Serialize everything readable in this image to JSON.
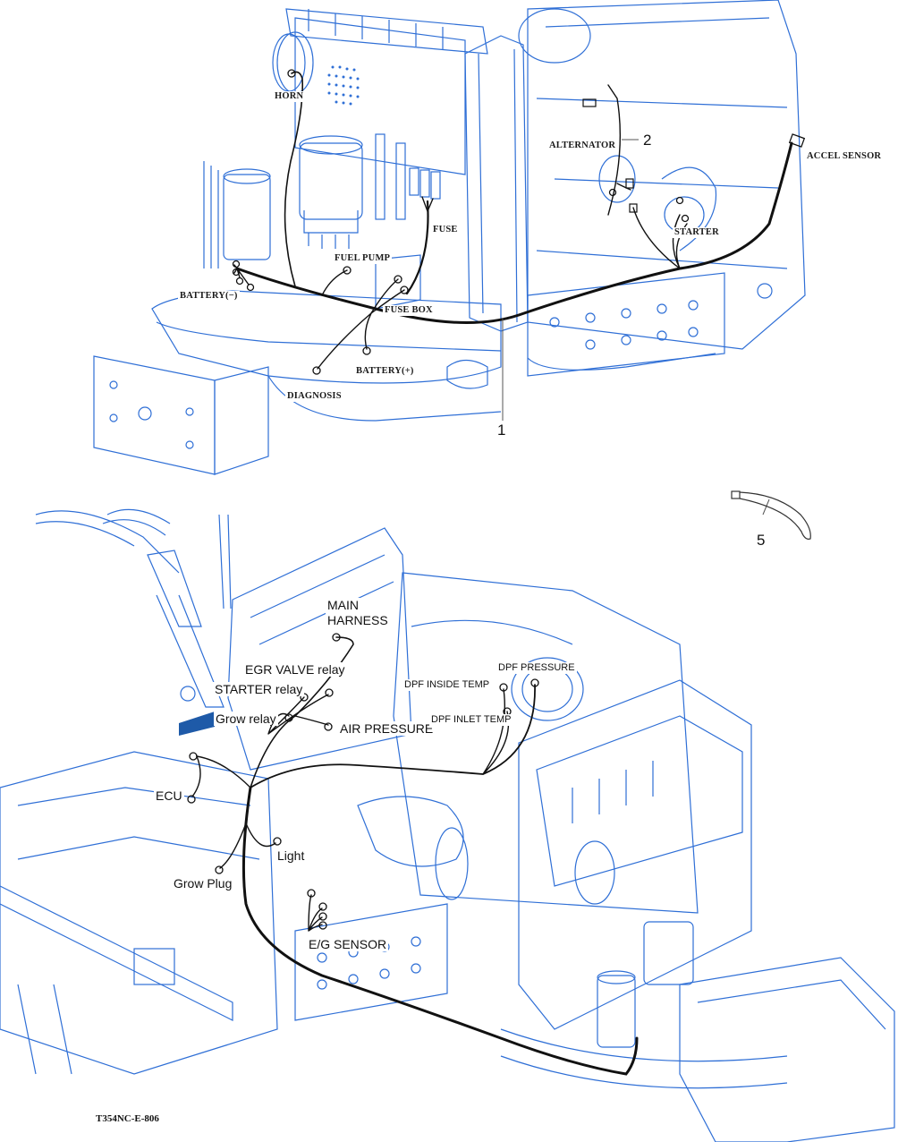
{
  "diagram": {
    "document_id": "T354NC-E-806",
    "colors": {
      "line_art": "#2f6fd6",
      "harness": "#111111",
      "background": "#ffffff"
    },
    "top_view": {
      "labels": {
        "horn": "HORN",
        "fuse": "FUSE",
        "fuel_pump": "FUEL PUMP",
        "battery_neg": "BATTERY(−)",
        "fuse_box": "FUSE BOX",
        "battery_pos": "BATTERY(+)",
        "diagnosis": "DIAGNOSIS",
        "alternator": "ALTERNATOR",
        "accel_sensor": "ACCEL SENSOR",
        "starter": "STARTER"
      },
      "callouts": {
        "harness": "1",
        "alternator_part": "2"
      }
    },
    "part5": {
      "callout": "5"
    },
    "bottom_view": {
      "labels": {
        "main_harness_1": "MAIN",
        "main_harness_2": "HARNESS",
        "egr_valve_relay": "EGR VALVE relay",
        "starter_relay": "STARTER relay",
        "grow_relay": "Grow relay",
        "air_pressure": "AIR PRESSURE",
        "dpf_pressure": "DPF PRESSURE",
        "dpf_inside_temp": "DPF INSIDE TEMP",
        "dpf_inlet_temp": "DPF INLET TEMP",
        "ecu": "ECU",
        "light": "Light",
        "grow_plug": "Grow Plug",
        "eg_sensor": "E/G SENSOR"
      }
    }
  }
}
